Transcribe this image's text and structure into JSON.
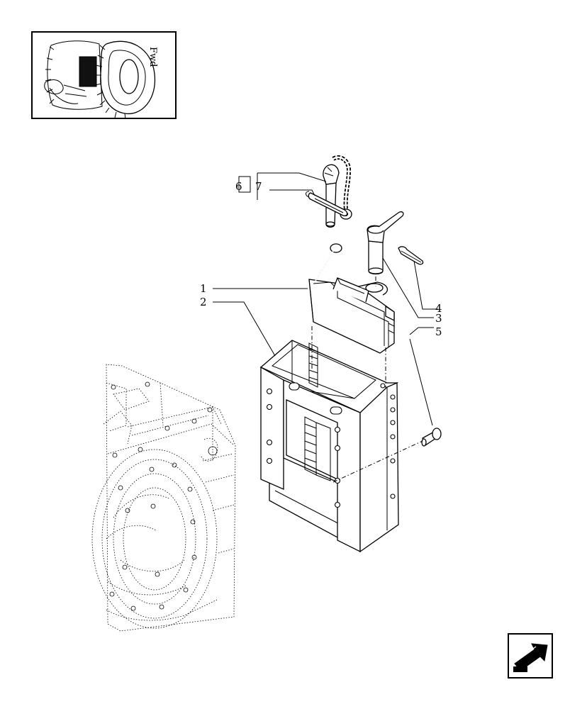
{
  "thumbnail": {
    "label": "Fwd"
  },
  "callouts": [
    {
      "id": "1",
      "text": "1"
    },
    {
      "id": "2",
      "text": "2"
    },
    {
      "id": "3",
      "text": "3"
    },
    {
      "id": "4",
      "text": "4"
    },
    {
      "id": "5",
      "text": "5"
    },
    {
      "id": "6",
      "text": "6"
    },
    {
      "id": "7",
      "text": "7"
    }
  ],
  "nav": {
    "icon": "next-page-arrow-icon"
  }
}
